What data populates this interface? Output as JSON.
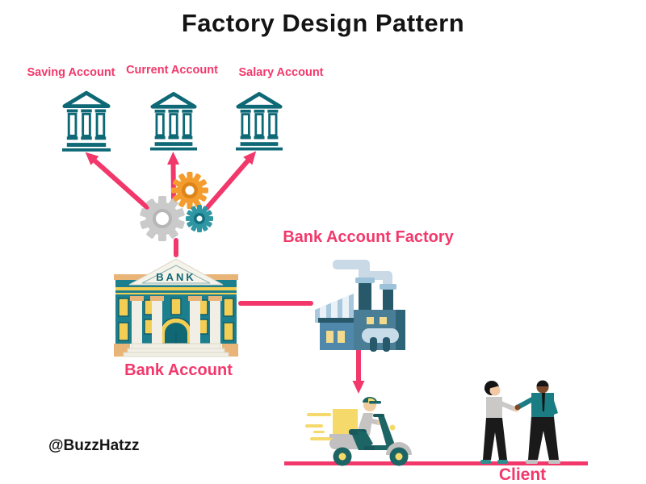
{
  "title": "Factory Design Pattern",
  "watermark": "@BuzzHatzz",
  "diagram": {
    "products": [
      {
        "label": "Saving Account",
        "icon": "bank-outline-icon"
      },
      {
        "label": "Current Account",
        "icon": "bank-outline-icon"
      },
      {
        "label": "Salary Account",
        "icon": "bank-outline-icon"
      }
    ],
    "bank": {
      "label": "Bank Account",
      "sign": "BANK",
      "icon": "bank-building-illustration"
    },
    "factory": {
      "label": "Bank Account Factory",
      "icon": "factory-illustration"
    },
    "delivery": {
      "icon": "delivery-scooter-illustration"
    },
    "client": {
      "label": "Client",
      "icon": "handshake-illustration"
    },
    "process": {
      "icon": "gears-icon"
    }
  },
  "colors": {
    "background": "#FFFFFF",
    "accent_pink": "#F2386B",
    "title_black": "#141414",
    "bank_icon_teal": "#0E6876",
    "gear_gray": "#CBCACA",
    "gear_orange": "#F49D2E",
    "gear_teal": "#2F96A3",
    "building_teal": "#1C7F8E",
    "factory_blue": "#4A7E96",
    "scooter_teal": "#1D6464",
    "package_yellow": "#F5D96B"
  }
}
